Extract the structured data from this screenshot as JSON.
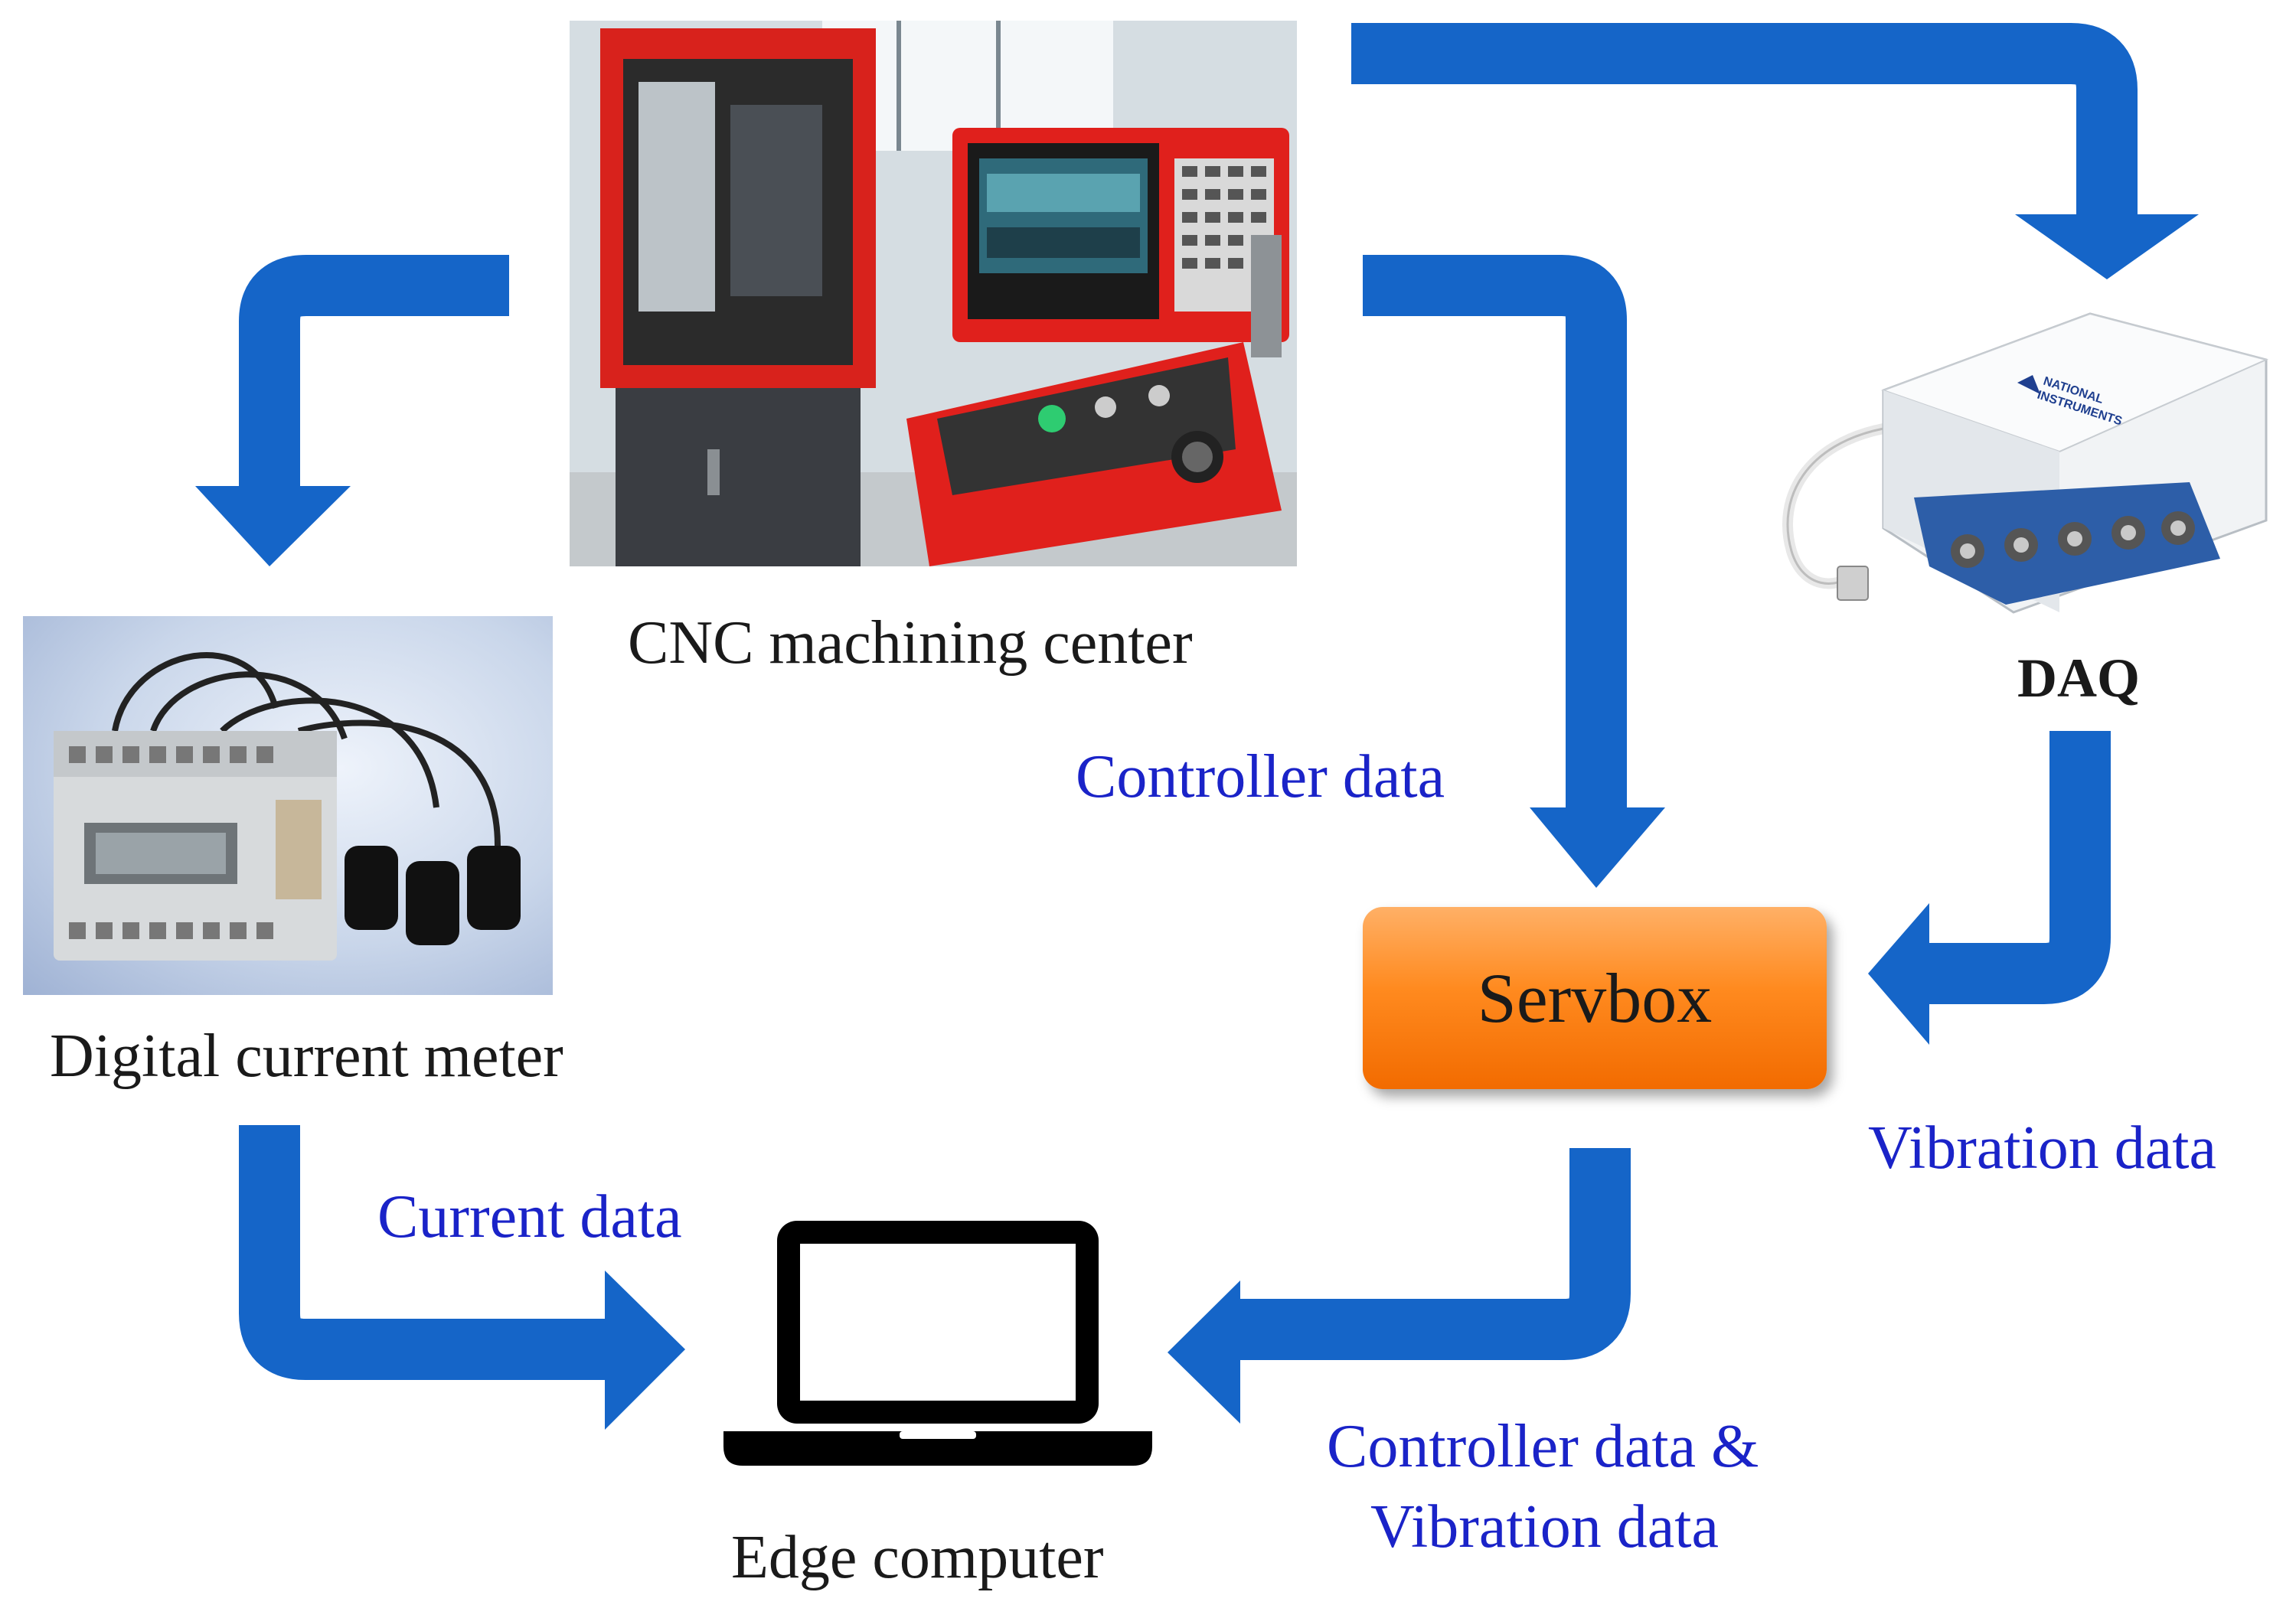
{
  "nodes": {
    "cnc": "CNC machining center",
    "daq": "DAQ",
    "meter": "Digital current meter",
    "servbox": "Servbox",
    "edge": "Edge computer"
  },
  "flows": {
    "controller": "Controller data",
    "vibration": "Vibration data",
    "current": "Current data",
    "combined_line1": "Controller data &",
    "combined_line2": "Vibration data"
  },
  "photo_text": {
    "daq_brand_line1": "NATIONAL",
    "daq_brand_line2": "INSTRUMENTS"
  },
  "colors": {
    "arrow": "#1565c8",
    "flow_label": "#1a23c8",
    "servbox": "#ff8a1f",
    "cnc_red": "#e0201c"
  }
}
